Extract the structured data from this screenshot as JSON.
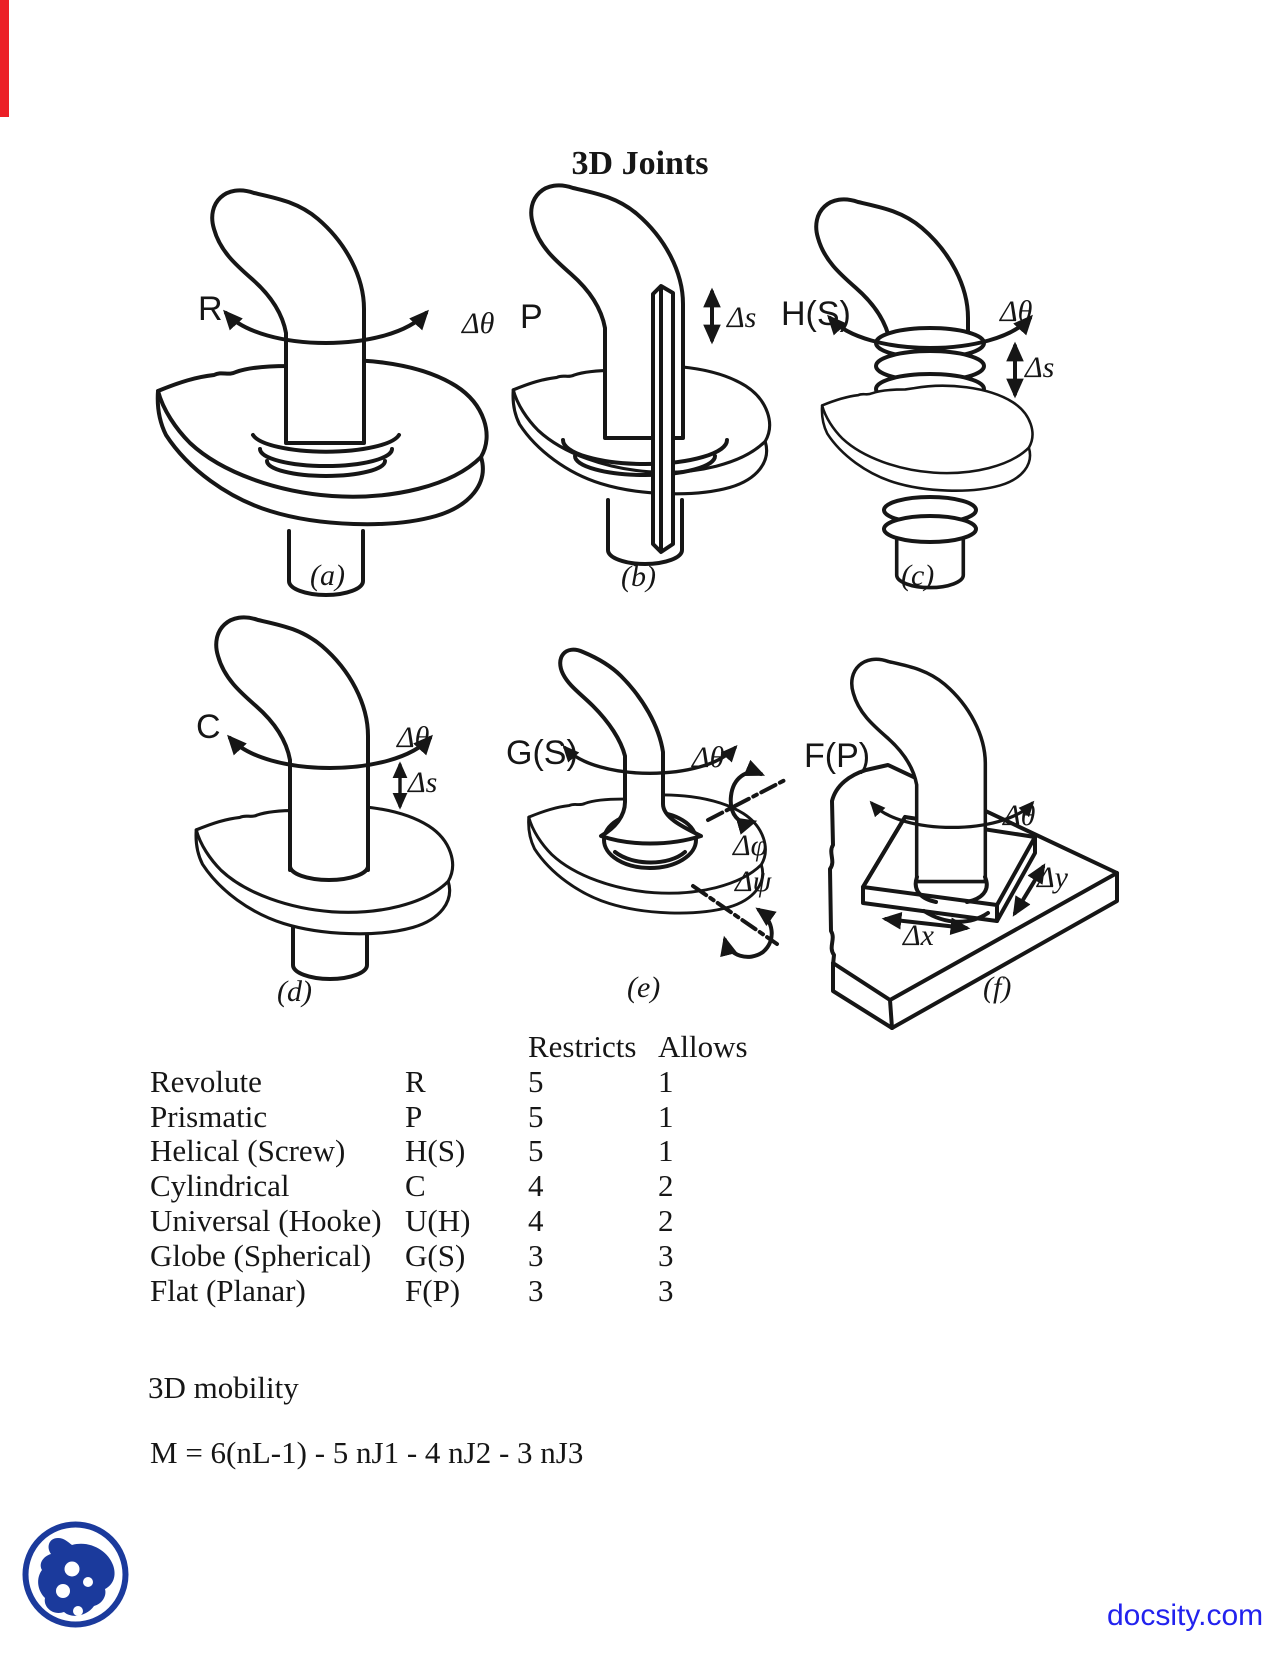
{
  "page": {
    "title": "3D Joints"
  },
  "figures": {
    "a": {
      "joint_label": "R",
      "delta_theta": "Δθ",
      "caption": "(a)"
    },
    "b": {
      "joint_label": "P",
      "delta_s": "Δs",
      "caption": "(b)"
    },
    "c": {
      "joint_label": "H(S)",
      "delta_theta": "Δθ",
      "delta_s": "Δs",
      "caption": "(c)"
    },
    "d": {
      "joint_label": "C",
      "delta_theta": "Δθ",
      "delta_s": "Δs",
      "caption": "(d)"
    },
    "e": {
      "joint_label": "G(S)",
      "delta_theta": "Δθ",
      "delta_phi": "Δφ",
      "delta_psi": "Δψ",
      "caption": "(e)"
    },
    "f": {
      "joint_label": "F(P)",
      "delta_theta": "Δθ",
      "delta_x": "Δx",
      "delta_y": "Δy",
      "caption": "(f)"
    }
  },
  "table": {
    "header": {
      "restricts": "Restricts",
      "allows": "Allows"
    },
    "rows": [
      {
        "name": "Revolute",
        "symbol": "R",
        "restricts": "5",
        "allows": "1"
      },
      {
        "name": "Prismatic",
        "symbol": "P",
        "restricts": "5",
        "allows": "1"
      },
      {
        "name": "Helical (Screw)",
        "symbol": "H(S)",
        "restricts": "5",
        "allows": "1"
      },
      {
        "name": "Cylindrical",
        "symbol": "C",
        "restricts": "4",
        "allows": "2"
      },
      {
        "name": "Universal (Hooke)",
        "symbol": "U(H)",
        "restricts": "4",
        "allows": "2"
      },
      {
        "name": "Globe (Spherical)",
        "symbol": "G(S)",
        "restricts": "3",
        "allows": "3"
      },
      {
        "name": "Flat (Planar)",
        "symbol": "F(P)",
        "restricts": "3",
        "allows": "3"
      }
    ]
  },
  "mobility": {
    "heading": "3D mobility",
    "formula": "M = 6(nL-1) - 5 nJ1 - 4 nJ2 - 3 nJ3"
  },
  "footer": {
    "watermark": "docsity.com"
  },
  "colors": {
    "ink": "#161616",
    "watermark_blue": "#2222ee",
    "logo_blue": "#1b3a9c",
    "edge_red": "#ec2027"
  }
}
